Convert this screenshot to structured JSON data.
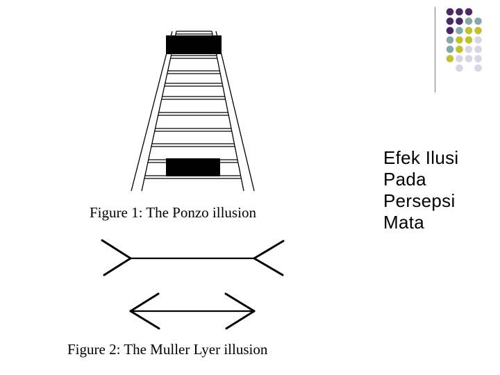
{
  "slide": {
    "title": "Efek Ilusi\nPada\nPersepsi\nMata"
  },
  "figures": {
    "figure1_caption": "Figure 1:  The Ponzo illusion",
    "figure2_caption": "Figure 2:  The Muller Lyer illusion"
  },
  "colors": {
    "purple": "#4a2a66",
    "teal": "#86a8ab",
    "olive": "#c2c22e",
    "lilac": "#d6d6e4",
    "line": "#000000"
  },
  "decoration": {
    "dot_grid": [
      [
        "purple",
        "purple",
        "purple",
        null
      ],
      [
        "purple",
        "purple",
        "teal",
        "teal"
      ],
      [
        "purple",
        "teal",
        "olive",
        "olive"
      ],
      [
        "teal",
        "olive",
        "olive",
        "lilac"
      ],
      [
        "teal",
        "olive",
        "lilac",
        "lilac"
      ],
      [
        "olive",
        "lilac",
        "lilac",
        "lilac"
      ],
      [
        null,
        "lilac",
        null,
        "lilac"
      ]
    ]
  }
}
